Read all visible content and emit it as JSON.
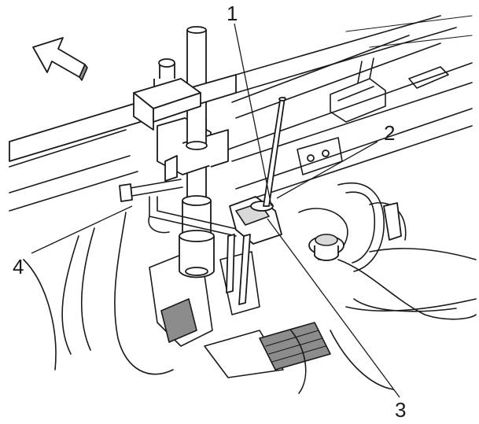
{
  "callouts": [
    {
      "id": "1",
      "label": "1"
    },
    {
      "id": "2",
      "label": "2"
    },
    {
      "id": "3",
      "label": "3"
    },
    {
      "id": "4",
      "label": "4"
    }
  ],
  "icons": {
    "direction_arrow": "arrow-icon"
  },
  "colors": {
    "line": "#1a1a1a",
    "background": "#ffffff",
    "shade_light": "#d9d9d9",
    "shade_dark": "#8c8c8c"
  }
}
